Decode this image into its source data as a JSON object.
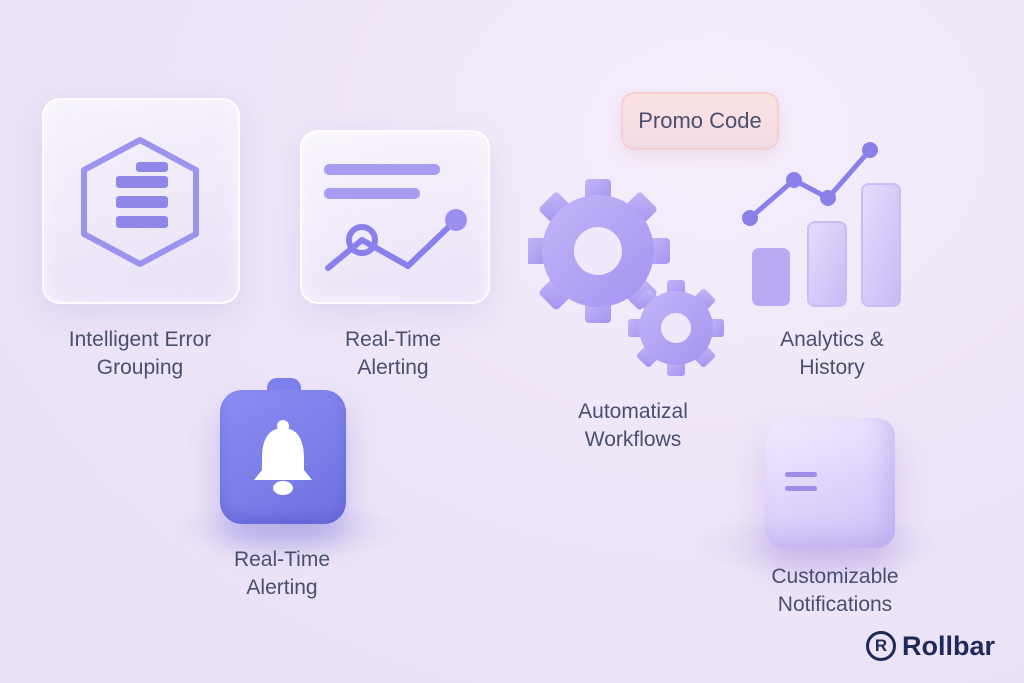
{
  "features": {
    "error_grouping": {
      "label_line1": "Intelligent Error",
      "label_line2": "Grouping",
      "icon": "hexagon-list-icon"
    },
    "alerting_chart": {
      "label_line1": "Real-Time",
      "label_line2": "Alerting",
      "icon": "line-chart-card-icon"
    },
    "alerting_bell": {
      "label_line1": "Real-Time",
      "label_line2": "Alerting",
      "icon": "bell-icon"
    },
    "workflows": {
      "label_line1": "Automatizal",
      "label_line2": "Workflows",
      "icon": "gears-icon"
    },
    "analytics": {
      "label_line1": "Analytics &",
      "label_line2": "History",
      "icon": "bar-trend-chart-icon"
    },
    "notifications": {
      "label_line1": "Customizable",
      "label_line2": "Notifications",
      "icon": "cube-icon"
    }
  },
  "promo": {
    "label": "Promo Code"
  },
  "brand": {
    "name": "Rollbar",
    "mark": "R"
  },
  "colors": {
    "accent": "#7d7ff0",
    "accent_light": "#b7abf5",
    "text": "#4a4f6e",
    "brand": "#1e2b5a"
  }
}
